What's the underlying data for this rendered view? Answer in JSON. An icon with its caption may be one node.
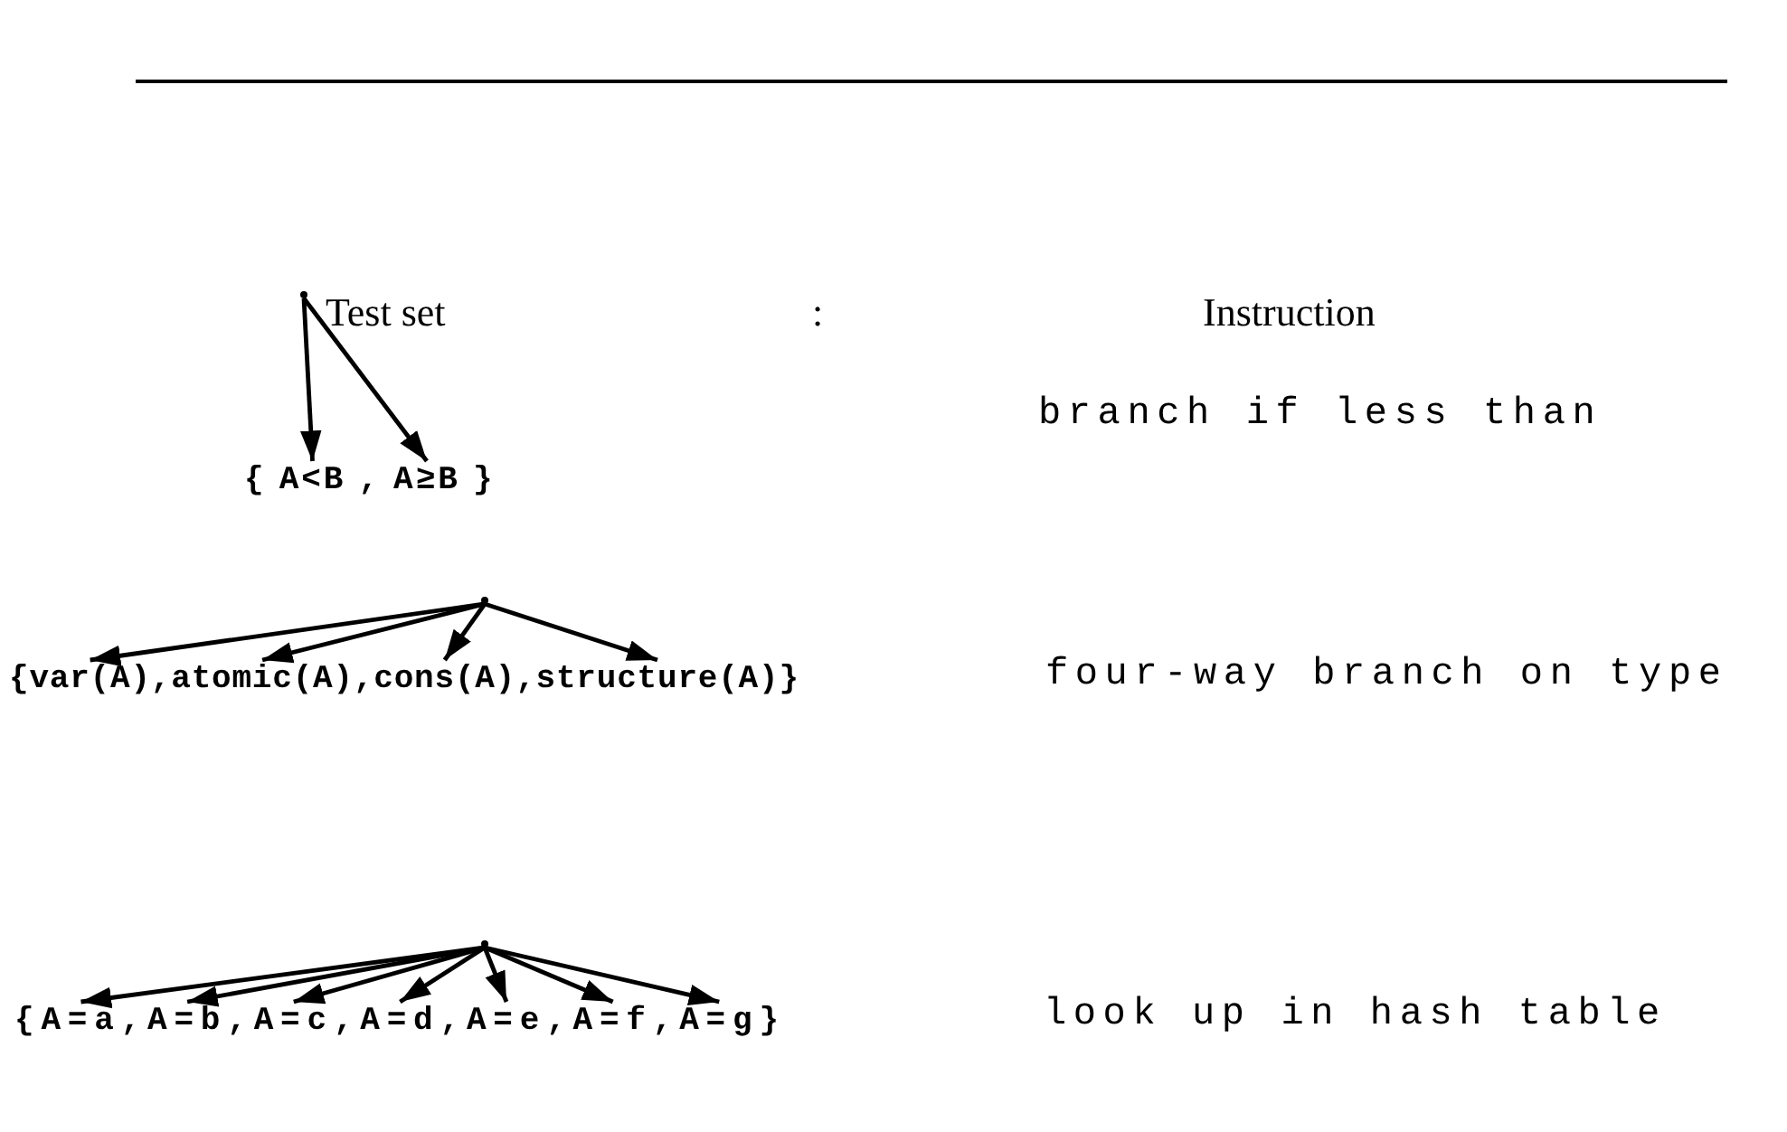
{
  "diagram": {
    "nodes": [
      {
        "text": [],
        "shape": "point"
      },
      {
        "text": [
          "A<B"
        ]
      },
      {
        "text": [
          "A≥B"
        ]
      },
      {
        "text": [],
        "shape": "point"
      },
      {
        "text": [
          "var(A)"
        ]
      },
      {
        "text": [
          "atomic(A)"
        ]
      },
      {
        "text": [
          "cons(A)"
        ]
      },
      {
        "text": [
          "structure(A)"
        ]
      },
      {
        "text": [],
        "shape": "point"
      },
      {
        "text": [
          "A=a"
        ]
      },
      {
        "text": [
          "A=b"
        ]
      },
      {
        "text": [
          "A=c"
        ]
      },
      {
        "text": [
          "A=d"
        ]
      },
      {
        "text": [
          "A=e"
        ]
      },
      {
        "text": [
          "A=f"
        ]
      },
      {
        "text": [
          "A=g"
        ]
      }
    ],
    "edges": [
      {
        "from": 0,
        "to": 1,
        "arrow": "to"
      },
      {
        "from": 0,
        "to": 2,
        "arrow": "to"
      },
      {
        "from": 3,
        "to": 4,
        "arrow": "to"
      },
      {
        "from": 3,
        "to": 5,
        "arrow": "to"
      },
      {
        "from": 3,
        "to": 6,
        "arrow": "to"
      },
      {
        "from": 3,
        "to": 7,
        "arrow": "to"
      },
      {
        "from": 8,
        "to": 9,
        "arrow": "to"
      },
      {
        "from": 8,
        "to": 10,
        "arrow": "to"
      },
      {
        "from": 8,
        "to": 11,
        "arrow": "to"
      },
      {
        "from": 8,
        "to": 12,
        "arrow": "to"
      },
      {
        "from": 8,
        "to": 13,
        "arrow": "to"
      },
      {
        "from": 8,
        "to": 14,
        "arrow": "to"
      },
      {
        "from": 8,
        "to": 15,
        "arrow": "to"
      }
    ],
    "labels": [
      "Test set",
      ":",
      "Instruction",
      "branch if less than",
      "{",
      ",",
      "}",
      "{",
      ",",
      ",",
      ",",
      "}",
      "four-way branch on type",
      "{",
      ",",
      ",",
      ",",
      ",",
      ",",
      ",",
      "}",
      "look up in hash table"
    ]
  }
}
